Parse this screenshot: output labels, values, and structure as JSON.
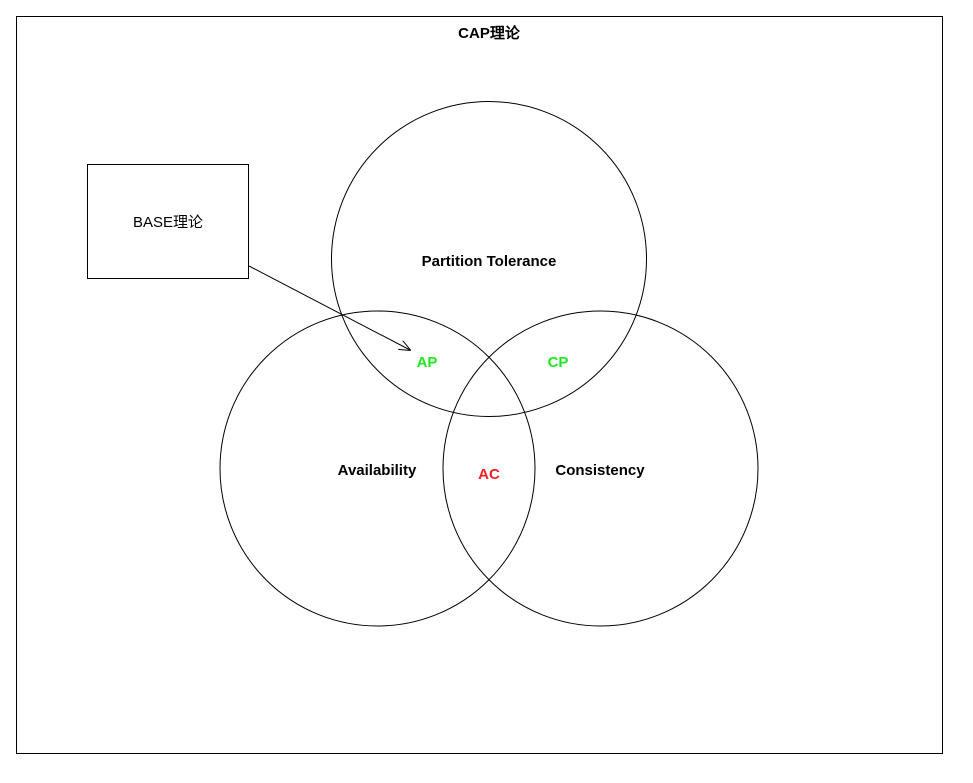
{
  "diagram": {
    "title": "CAP理论",
    "circles": {
      "partition": {
        "label": "Partition Tolerance"
      },
      "availability": {
        "label": "Availability"
      },
      "consistency": {
        "label": "Consistency"
      }
    },
    "intersections": {
      "ap": {
        "label": "AP",
        "color": "#22e622"
      },
      "cp": {
        "label": "CP",
        "color": "#22e622"
      },
      "ac": {
        "label": "AC",
        "color": "#ee2222"
      }
    },
    "base_box": {
      "label": "BASE理论"
    }
  }
}
